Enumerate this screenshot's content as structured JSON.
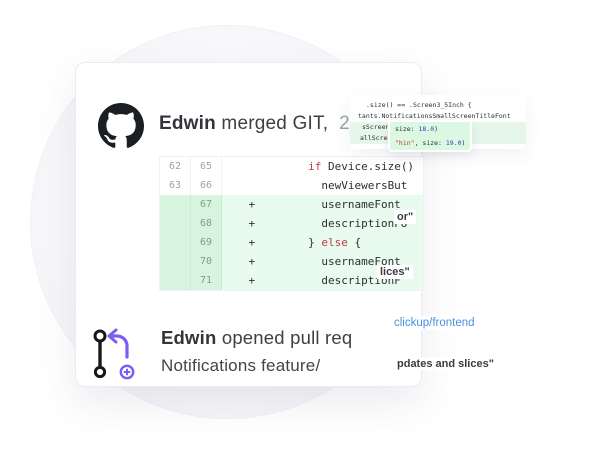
{
  "colors": {
    "keyword": "#bf3b4b",
    "string": "#c03a2b",
    "number": "#2b43c8",
    "code_text": "#2b2f36",
    "link": "#4a90e2",
    "accent_purple": "#7b5cf5",
    "icon_black": "#17171c",
    "added_bg": "#e8fbee",
    "added_gutter": "#d7f5de"
  },
  "merge_event": {
    "actor": "Edwin",
    "action": " merged GIT,",
    "time": "  2 da"
  },
  "pr_event": {
    "actor": "Edwin",
    "action": " opened pull req",
    "subtitle": "Notifications feature/"
  },
  "overlays": {
    "frag_row68": "or\"",
    "frag_row71": "lices\"",
    "branch_link": "clickup/frontend",
    "commit_fragment": "pdates and slices\""
  },
  "snippet_small": {
    "lines": [
      {
        "green": false,
        "indent": 8,
        "segments": [
          {
            "t": ".size() == .Screen3_5Inch {"
          }
        ]
      },
      {
        "green": false,
        "indent": 0,
        "segments": [
          {
            "t": "tants.NotificationsSmallScreenTitleFont"
          }
        ]
      },
      {
        "green": true,
        "indent": 4,
        "segments": [
          {
            "t": "sScreenTitleFont"
          }
        ]
      },
      {
        "green": true,
        "indent": 2,
        "segments": [
          {
            "t": "allScreenDescriptionFont"
          }
        ]
      }
    ]
  },
  "snippet_green": {
    "lines": [
      {
        "segments": [
          {
            "t": "size: "
          },
          {
            "t": "18.0",
            "c": "number"
          },
          {
            "t": ")"
          }
        ]
      },
      {
        "segments": [
          {
            "t": "\"hin\"",
            "c": "string"
          },
          {
            "t": ", size: "
          },
          {
            "t": "19.0",
            "c": "number"
          },
          {
            "t": ")"
          }
        ]
      }
    ]
  },
  "diff": {
    "rows": [
      {
        "old": "62",
        "new": "65",
        "added": false,
        "code": [
          {
            "t": "             "
          },
          {
            "t": "if",
            "c": "keyword"
          },
          {
            "t": " Device.size()"
          }
        ]
      },
      {
        "old": "63",
        "new": "66",
        "added": false,
        "code": [
          {
            "t": "               newViewersBut"
          }
        ]
      },
      {
        "old": "",
        "new": "67",
        "added": true,
        "code": [
          {
            "t": "    +          usernameFont"
          }
        ]
      },
      {
        "old": "",
        "new": "68",
        "added": true,
        "code": [
          {
            "t": "    +          descriptionFo"
          }
        ]
      },
      {
        "old": "",
        "new": "69",
        "added": true,
        "code": [
          {
            "t": "    +        } "
          },
          {
            "t": "else",
            "c": "keyword"
          },
          {
            "t": " {"
          }
        ]
      },
      {
        "old": "",
        "new": "70",
        "added": true,
        "code": [
          {
            "t": "    +          usernameFont"
          }
        ]
      },
      {
        "old": "",
        "new": "71",
        "added": true,
        "code": [
          {
            "t": "    +          descriptionF"
          }
        ]
      }
    ]
  }
}
